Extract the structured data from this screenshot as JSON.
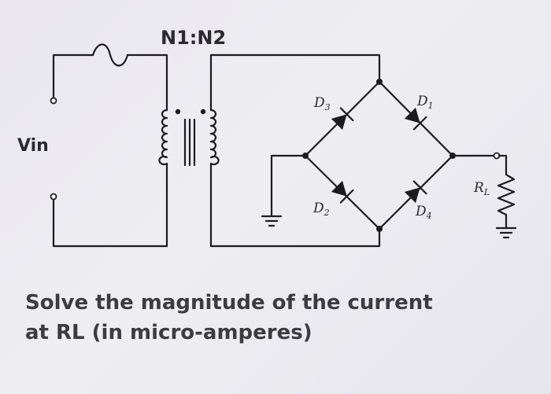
{
  "diagram": {
    "turns_ratio": "N1:N2",
    "source_label": "Vin",
    "diodes": [
      {
        "letter": "D",
        "sub": "1"
      },
      {
        "letter": "D",
        "sub": "2"
      },
      {
        "letter": "D",
        "sub": "3"
      },
      {
        "letter": "D",
        "sub": "4"
      }
    ],
    "load": {
      "letter": "R",
      "sub": "L"
    }
  },
  "question": {
    "line1": "Solve the magnitude of the current",
    "line2": "at RL (in micro-amperes)"
  }
}
